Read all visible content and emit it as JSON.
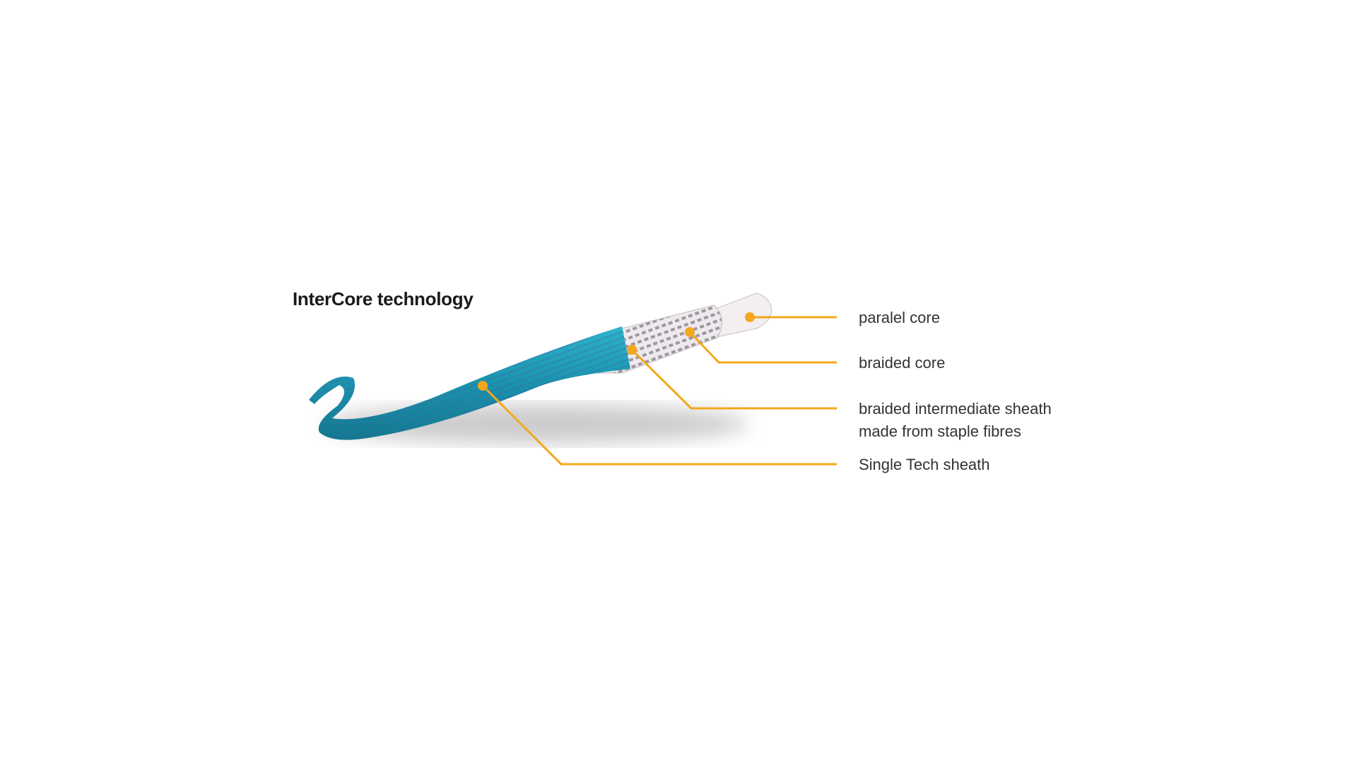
{
  "title": "InterCore technology",
  "labels": {
    "paralel_core": "paralel core",
    "braided_core": "braided core",
    "intermediate_line1": "braided intermediate sheath",
    "intermediate_line2": "made from staple fibres",
    "single_tech": "Single Tech sheath"
  },
  "colors": {
    "leader": "#f3a81c",
    "sheath": "#1f9fb8",
    "core": "#e8e2e6"
  }
}
